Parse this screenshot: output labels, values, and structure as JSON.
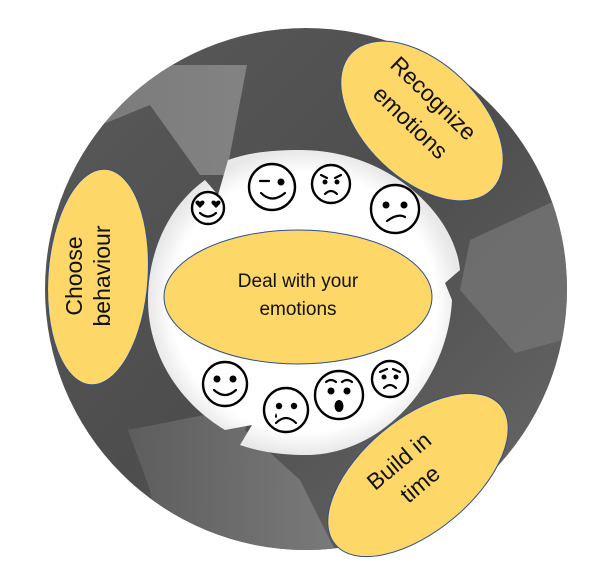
{
  "title": "Deal with your emotions cycle",
  "center": {
    "line1": "Deal with your",
    "line2": "emotions"
  },
  "steps": [
    {
      "id": "recognize",
      "line1": "Recognize",
      "line2": "emotions"
    },
    {
      "id": "build",
      "line1": "Build in",
      "line2": "time"
    },
    {
      "id": "choose",
      "line1": "Choose",
      "line2": "behaviour"
    }
  ],
  "emotions_top": [
    "in-love",
    "winking",
    "angry",
    "confused"
  ],
  "emotions_bottom": [
    "happy",
    "crying",
    "shocked",
    "worried"
  ],
  "colors": {
    "ellipse_fill": "#FDD868",
    "ellipse_stroke": "#2F4F8F",
    "ring_dark": "#4a4a4a",
    "ring_mid": "#6e6e6e",
    "arrow_light": "#7f7f7f",
    "inner_bg": "#fafafa"
  }
}
